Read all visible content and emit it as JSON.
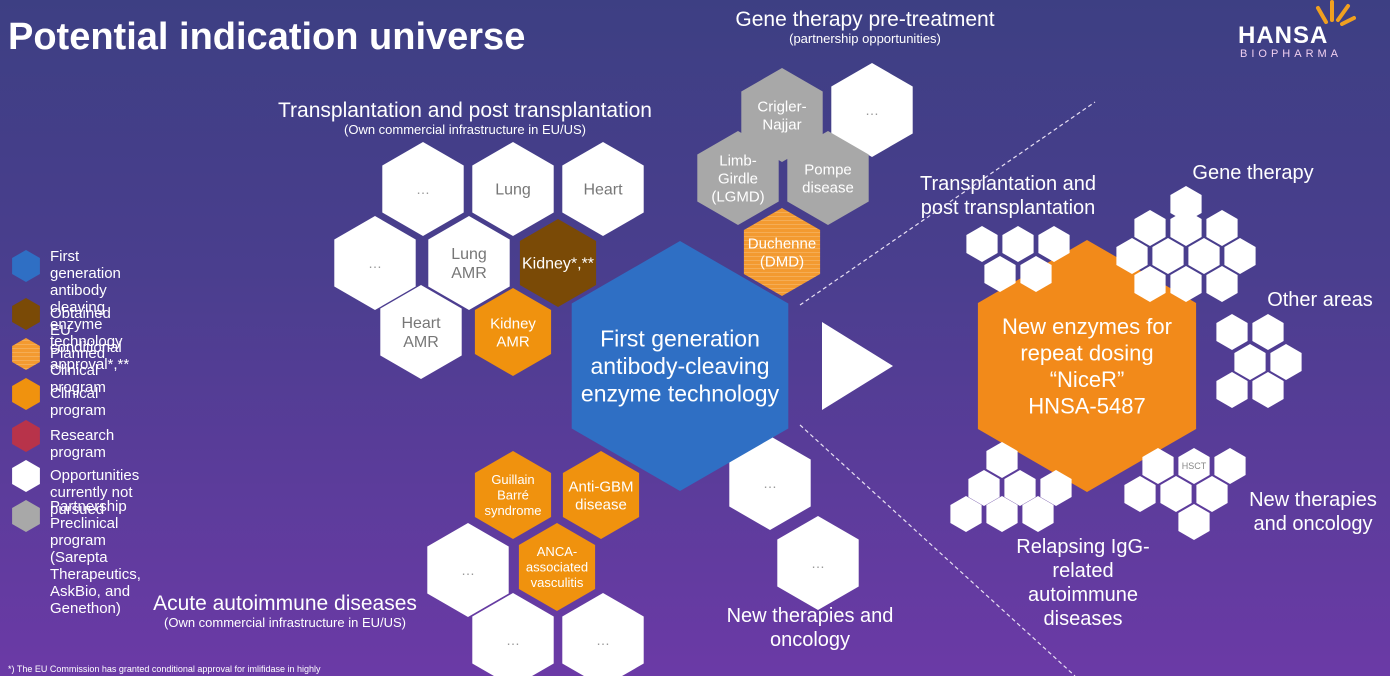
{
  "title": "Potential indication universe",
  "brand": {
    "name": "HANSA",
    "sub": "BIOPHARMA"
  },
  "headers": {
    "gene_therapy": {
      "title": "Gene therapy pre-treatment",
      "sub": "(partnership opportunities)"
    },
    "transplant": {
      "title": "Transplantation and post transplantation",
      "sub": "(Own commercial infrastructure in EU/US)"
    },
    "autoimmune": {
      "title": "Acute autoimmune diseases",
      "sub": "(Own commercial infrastructure in EU/US)"
    },
    "new_therapies": {
      "title": "New therapies and\noncology"
    }
  },
  "center_hex": "First generation antibody-cleaving enzyme technology",
  "nicer_hex": "New enzymes for repeat dosing “NiceR” HNSA-5487",
  "right_labels": {
    "transplant": "Transplantation and post transplantation",
    "gene_therapy": "Gene therapy",
    "other": "Other areas",
    "new_therapies": "New therapies and oncology",
    "relapsing": "Relapsing IgG-related autoimmune diseases",
    "hsct": "HSCT"
  },
  "hexes": {
    "crigler": "Crigler-Najjar",
    "gene_dots": "…",
    "limb": "Limb-Girdle (LGMD)",
    "pompe": "Pompe disease",
    "duchenne": "Duchenne (DMD)",
    "tx_dots1": "…",
    "lung": "Lung",
    "heart": "Heart",
    "tx_dots2": "…",
    "lung_amr": "Lung AMR",
    "kidney": "Kidney*,**",
    "heart_amr": "Heart AMR",
    "kidney_amr": "Kidney AMR",
    "guillain": "Guillain Barré syndrome",
    "anti_gbm": "Anti-GBM disease",
    "ai_dots1": "…",
    "anca": "ANCA-associated vasculitis",
    "ai_dots2": "…",
    "ai_dots3": "…",
    "nt_dots1": "…",
    "nt_dots2": "…"
  },
  "legend": [
    {
      "label": "First generation antibody\ncleaving enzyme technology",
      "color": "#2f6fc4",
      "icon": "hexagon"
    },
    {
      "label": "Obtained EU conditional approval*,**",
      "color": "#7a4a06",
      "icon": "hexagon"
    },
    {
      "label": "Planned Clinical program",
      "color": "#f3a04a",
      "icon": "hexagon-striped"
    },
    {
      "label": "Clinical program",
      "color": "#f0920e",
      "icon": "hexagon"
    },
    {
      "label": "Research program",
      "color": "#b8334a",
      "icon": "hexagon"
    },
    {
      "label": "Opportunities currently not pursued",
      "color": "#ffffff",
      "icon": "hexagon"
    },
    {
      "label": "Partnership Preclinical program\n(Sarepta Therapeutics, AskBio, and\nGenethon)",
      "color": "#a8a8a8",
      "icon": "hexagon"
    }
  ],
  "footnote": "*) The EU Commission has granted conditional approval for imlifidase in highly",
  "colors": {
    "blue": "#2f6fc4",
    "brown": "#7a4a06",
    "orange": "#f0920e",
    "white": "#ffffff",
    "grey": "#a8a8a8",
    "nicer": "#f28a1a"
  }
}
